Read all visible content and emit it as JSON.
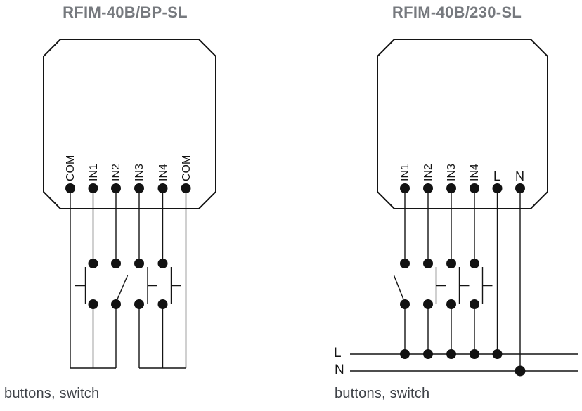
{
  "diagrams": {
    "left": {
      "title": "RFIM-40B/BP-SL",
      "terminals": [
        "COM",
        "IN1",
        "IN2",
        "IN3",
        "IN4",
        "COM"
      ],
      "switch_symbols": [
        "push-button",
        "changeover-switch",
        "push-button",
        "push-button"
      ],
      "caption": "buttons, switch"
    },
    "right": {
      "title": "RFIM-40B/230-SL",
      "terminals": [
        "IN1",
        "IN2",
        "IN3",
        "IN4",
        "L",
        "N"
      ],
      "switch_symbols": [
        "changeover-switch",
        "push-button",
        "push-button",
        "push-button"
      ],
      "bus_labels": [
        "L",
        "N"
      ],
      "caption": "buttons, switch"
    }
  },
  "colors": {
    "background": "#ffffff",
    "line": "#141414",
    "title_text": "#76797e",
    "caption_text": "#3d4147"
  }
}
